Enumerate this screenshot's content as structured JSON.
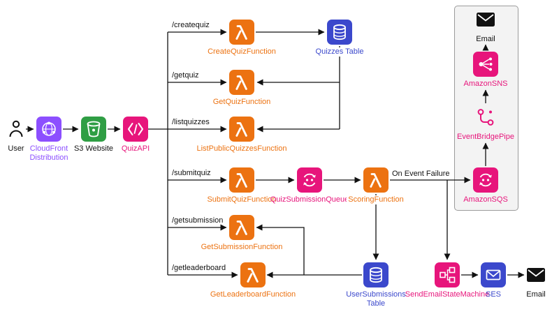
{
  "nodes": {
    "user": {
      "label": "User"
    },
    "cloudfront": {
      "label": "CloudFront Distribution"
    },
    "s3": {
      "label": "S3 Website"
    },
    "quizapi": {
      "label": "QuizAPI"
    },
    "create_quiz_fn": {
      "label": "CreateQuizFunction"
    },
    "quizzes_table": {
      "label": "Quizzes Table"
    },
    "get_quiz_fn": {
      "label": "GetQuizFunction"
    },
    "list_quizzes_fn": {
      "label": "ListPublicQuizzesFunction"
    },
    "submit_quiz_fn": {
      "label": "SubmitQuizFunction"
    },
    "quiz_submission_queue": {
      "label": "QuizSubmissionQueue"
    },
    "scoring_fn": {
      "label": "ScoringFunction"
    },
    "get_submission_fn": {
      "label": "GetSubmissionFunction"
    },
    "get_leaderboard_fn": {
      "label": "GetLeaderboardFunction"
    },
    "user_submissions_table": {
      "label": "UserSubmissions Table"
    },
    "send_email_state_machine": {
      "label": "SendEmailStateMachine"
    },
    "ses": {
      "label": "SES"
    },
    "email_out": {
      "label": "Email"
    },
    "email_failure": {
      "label": "Email"
    },
    "amazon_sns": {
      "label": "AmazonSNS"
    },
    "eventbridge_pipe": {
      "label": "EventBridgePipe"
    },
    "amazon_sqs": {
      "label": "AmazonSQS"
    }
  },
  "routes": {
    "createquiz": "/createquiz",
    "getquiz": "/getquiz",
    "listquizzes": "/listquizzes",
    "submitquiz": "/submitquiz",
    "getsubmission": "/getsubmission",
    "getleaderboard": "/getleaderboard"
  },
  "edge_labels": {
    "on_event_failure": "On Event Failure"
  },
  "colors": {
    "lambda_orange": "#EC7211",
    "pink": "#E7157B",
    "dynamodb_ses_blue": "#3B48CC",
    "cloudfront_purple": "#8C4FFF",
    "s3_green": "#2F9E44",
    "line_black": "#111111",
    "group_box_fill": "#F3F3F3",
    "group_box_border": "#9B9B9B"
  },
  "icons": {
    "user-icon": "person-outline",
    "cloudfront-icon": "globe",
    "s3-bucket-icon": "bucket",
    "api-gateway-icon": "angle-brackets",
    "lambda-icon": "lambda",
    "dynamodb-icon": "database-cylinder",
    "sqs-icon": "circular-arrows",
    "sns-icon": "fan-out",
    "eventbridge-pipe-icon": "pipe-connection",
    "step-functions-icon": "state-machine",
    "ses-icon": "envelope",
    "email-icon": "envelope-filled"
  }
}
